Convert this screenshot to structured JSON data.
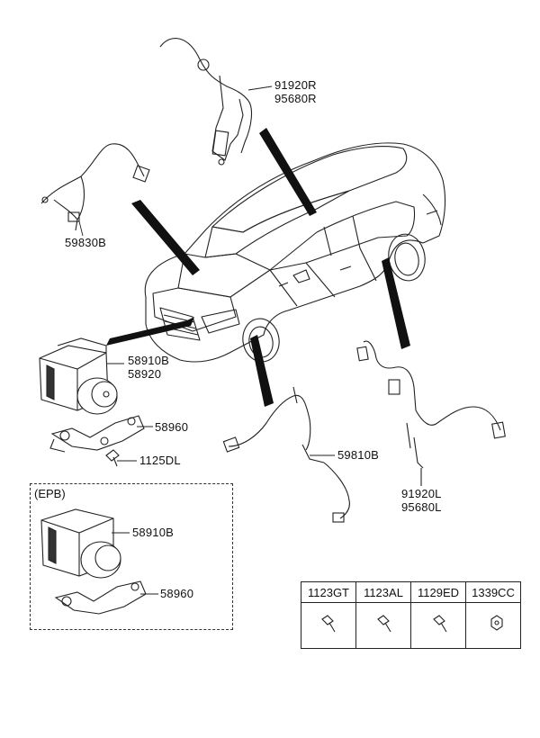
{
  "part_labels": {
    "front_right_sensor": [
      "91920R",
      "95680R"
    ],
    "front_left_sensor": "59830B",
    "abs_module": [
      "58910B",
      "58920"
    ],
    "bracket": "58960",
    "bolt": "1125DL",
    "rear_right_sensor": "59810B",
    "rear_left_sensor": [
      "91920L",
      "95680L"
    ]
  },
  "epb": {
    "title": "(EPB)",
    "module": "58910B",
    "bracket": "58960"
  },
  "fasteners": {
    "codes": [
      "1123GT",
      "1123AL",
      "1129ED",
      "1339CC"
    ],
    "icons": [
      "bolt-icon",
      "bolt-icon",
      "bolt-icon",
      "nut-icon"
    ]
  }
}
